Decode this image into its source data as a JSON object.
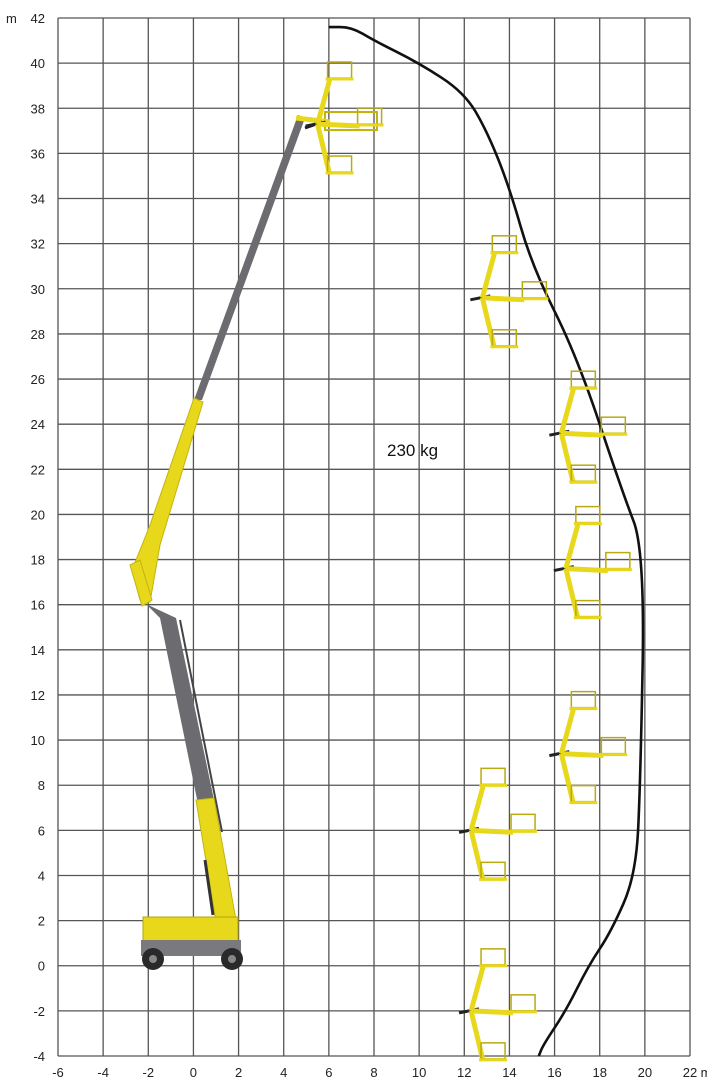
{
  "diagram": {
    "capacity_label": "230 kg",
    "y_unit": "m",
    "x_unit": "m",
    "y_ticks": [
      "42",
      "40",
      "38",
      "36",
      "34",
      "32",
      "30",
      "28",
      "26",
      "24",
      "22",
      "20",
      "18",
      "16",
      "14",
      "12",
      "10",
      "8",
      "6",
      "4",
      "2",
      "0",
      "-2",
      "-4"
    ],
    "x_ticks": [
      "-6",
      "-4",
      "-2",
      "0",
      "2",
      "4",
      "6",
      "8",
      "10",
      "12",
      "14",
      "16",
      "18",
      "20",
      "22"
    ]
  },
  "chart_data": {
    "type": "line",
    "title": "",
    "xlabel": "m",
    "ylabel": "m",
    "xlim": [
      -6,
      22
    ],
    "ylim": [
      -4,
      42
    ],
    "grid": true,
    "series": [
      {
        "points": [
          [
            6,
            41.6
          ],
          [
            7,
            41.6
          ],
          [
            8,
            41
          ],
          [
            10,
            40
          ],
          [
            12,
            38.7
          ],
          [
            13,
            37
          ],
          [
            14,
            34.5
          ],
          [
            15,
            31
          ],
          [
            17,
            27
          ],
          [
            19,
            21
          ],
          [
            20,
            18.4
          ],
          [
            19.8,
            8
          ],
          [
            19.6,
            4
          ],
          [
            18.5,
            1.5
          ],
          [
            17.5,
            0
          ],
          [
            16.5,
            -2
          ],
          [
            15.5,
            -3.5
          ],
          [
            15.3,
            -4
          ]
        ]
      }
    ],
    "colors": {
      "grid": "#555555",
      "envelope": "#111111",
      "boom_yellow": "#e8d81c",
      "boom_grey": "#6b6b70",
      "platform_outline": "#b9aa10"
    }
  }
}
